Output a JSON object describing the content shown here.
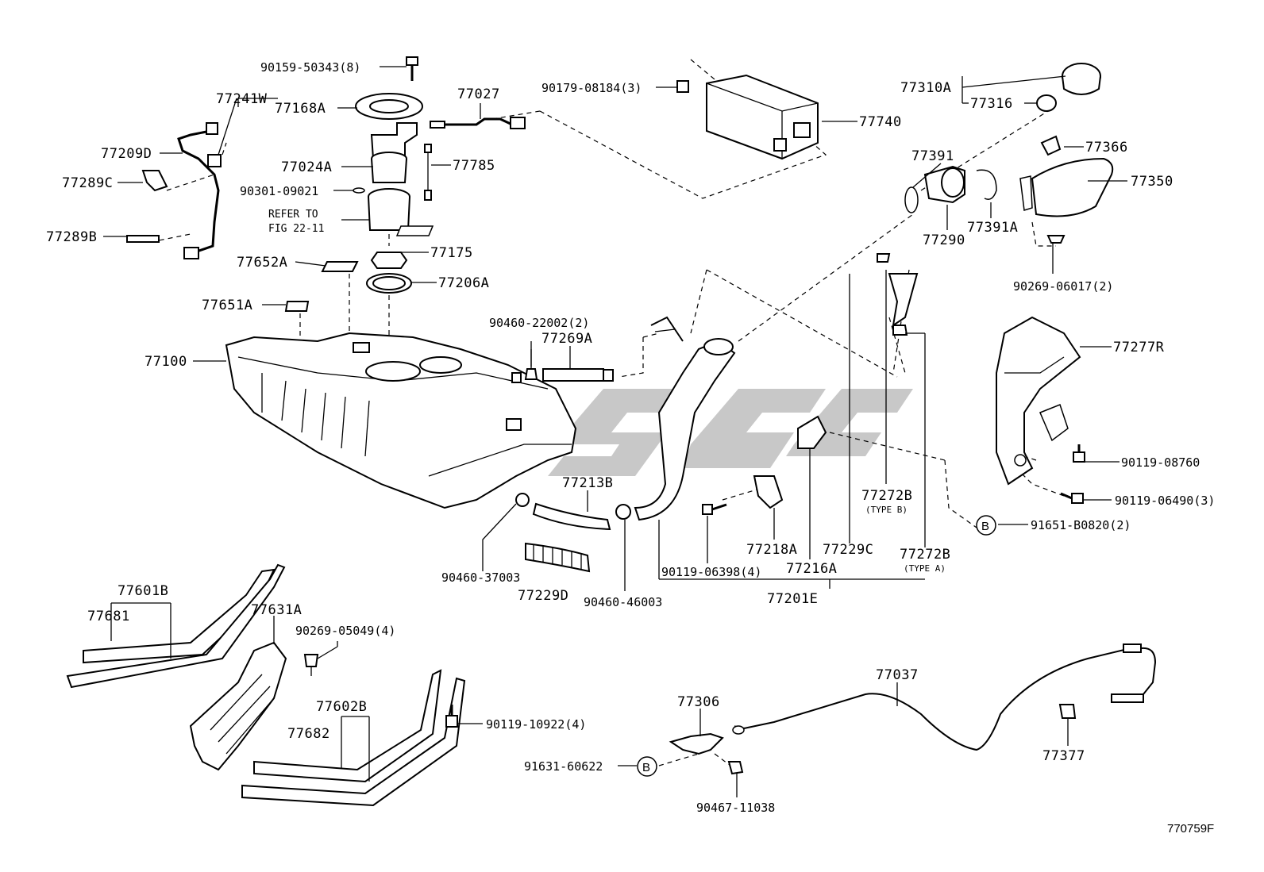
{
  "labels": {
    "l_90159_50343": "90159-50343(8)",
    "l_77241W": "77241W",
    "l_77168A": "77168A",
    "l_77027": "77027",
    "l_90179_08184": "90179-08184(3)",
    "l_77310A": "77310A",
    "l_77316": "77316",
    "l_77740": "77740",
    "l_77209D": "77209D",
    "l_77024A": "77024A",
    "l_77785": "77785",
    "l_77391": "77391",
    "l_77366": "77366",
    "l_77289C": "77289C",
    "l_90301_09021": "90301-09021",
    "l_refer_to": "REFER TO",
    "l_fig": "FIG 22-11",
    "l_77350": "77350",
    "l_77289B": "77289B",
    "l_77290": "77290",
    "l_77391A": "77391A",
    "l_77175": "77175",
    "l_77652A": "77652A",
    "l_77206A": "77206A",
    "l_90269_06017": "90269-06017(2)",
    "l_77651A": "77651A",
    "l_90460_22002": "90460-22002(2)",
    "l_77269A": "77269A",
    "l_77277R": "77277R",
    "l_77100": "77100",
    "l_90119_08760": "90119-08760",
    "l_77213B": "77213B",
    "l_90119_06490": "90119-06490(3)",
    "l_77272B_b": "77272B",
    "l_type_b": "(TYPE B)",
    "l_91651_B0820": "91651-B0820(2)",
    "l_circle_b": "B",
    "l_90460_37003": "90460-37003",
    "l_77218A": "77218A",
    "l_77229C": "77229C",
    "l_77272B_a": "77272B",
    "l_type_a": "(TYPE A)",
    "l_77229D": "77229D",
    "l_90119_06398": "90119-06398(4)",
    "l_77216A": "77216A",
    "l_90460_46003": "90460-46003",
    "l_77201E": "77201E",
    "l_77601B": "77601B",
    "l_77681": "77681",
    "l_77631A": "77631A",
    "l_90269_05049": "90269-05049(4)",
    "l_77037": "77037",
    "l_77306": "77306",
    "l_77602B": "77602B",
    "l_90119_10922": "90119-10922(4)",
    "l_77682": "77682",
    "l_91631_60622": "91631-60622",
    "l_circle_b2": "B",
    "l_77377": "77377",
    "l_90467_11038": "90467-11038",
    "l_code": "770759F"
  }
}
